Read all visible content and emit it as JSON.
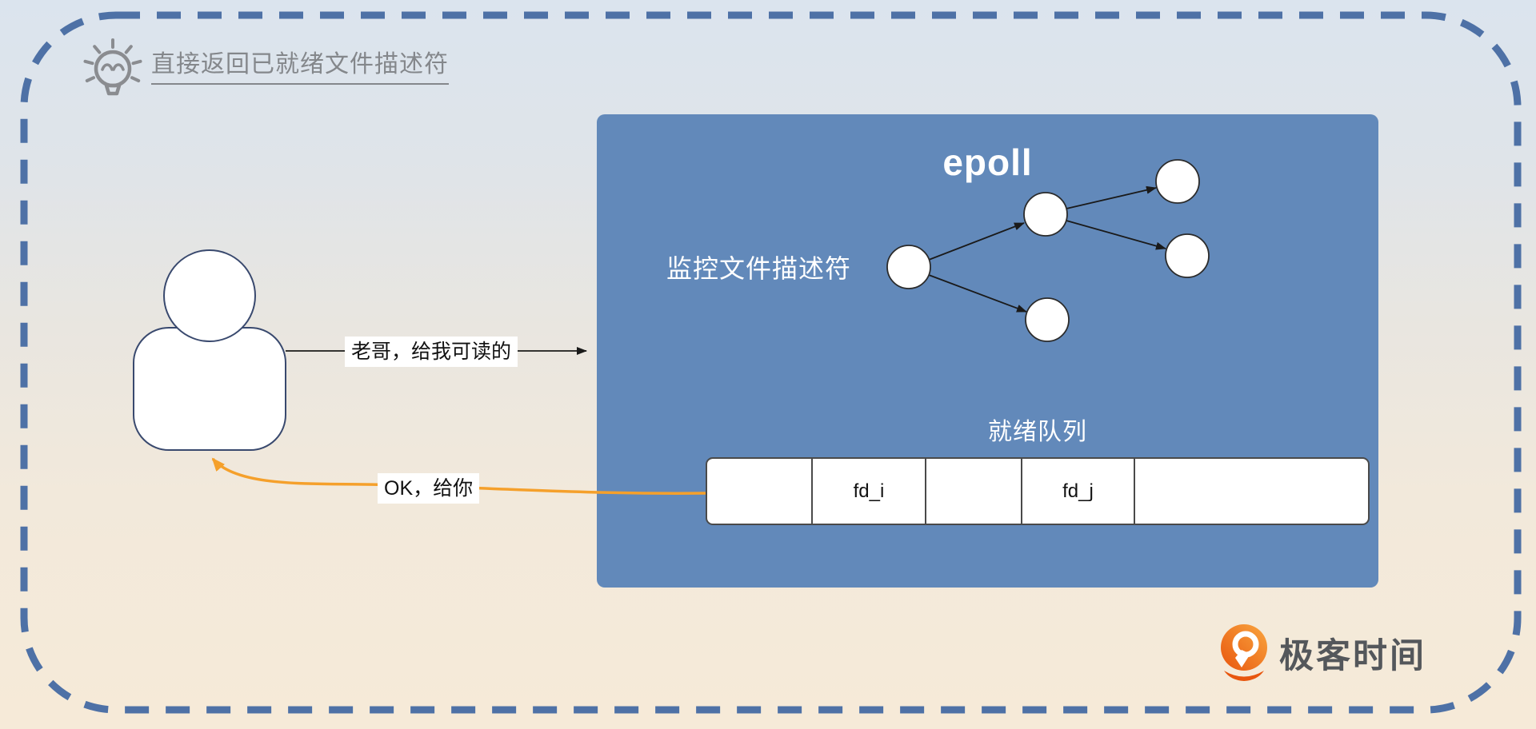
{
  "tip": {
    "icon": "lightbulb-icon",
    "text": "直接返回已就绪文件描述符"
  },
  "actor": {
    "icon": "person-icon"
  },
  "request_arrow": {
    "label": "老哥，给我可读的",
    "direction": "person-to-epoll"
  },
  "response_arrow": {
    "label": "OK，给你",
    "direction": "ready-queue-to-person"
  },
  "epoll": {
    "title": "epoll",
    "monitor_label": "监控文件描述符",
    "tree": {
      "icon": "fd-tree-graph",
      "node_count": 5,
      "edges": [
        "root->mid",
        "root->bottom",
        "mid->top-right",
        "mid->right"
      ]
    },
    "ready_queue": {
      "label": "就绪队列",
      "cells": [
        "",
        "fd_i",
        "",
        "fd_j",
        ""
      ]
    }
  },
  "logo": {
    "icon": "geektime-pin-icon",
    "text": "极客时间"
  },
  "colors": {
    "epoll_box": "#6289ba",
    "dashed_border": "#4e71a6",
    "orange_arrow": "#f5a02b",
    "logo_orange_dark": "#e8560e",
    "logo_orange_light": "#f9a63f",
    "tip_gray": "#84878b",
    "background_top": "#dbe4ee",
    "background_bottom": "#f6ead8"
  }
}
